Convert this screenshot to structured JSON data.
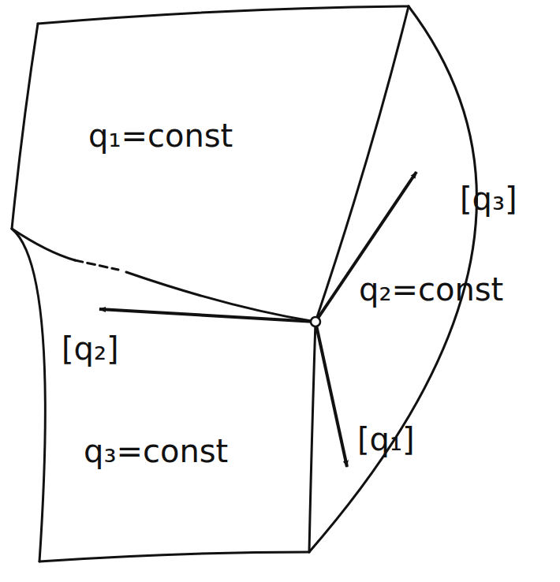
{
  "diagram": {
    "labels": [
      "q₁=const",
      "[q₃]",
      "q₂=const",
      "[q₂]",
      "[q₁]",
      "q₃=const"
    ]
  }
}
